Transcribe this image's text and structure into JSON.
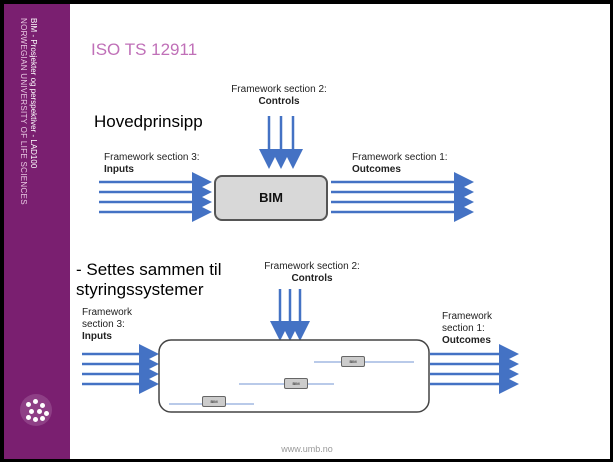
{
  "sidebar": {
    "line1": "BIM - Prosjekter og perspektiver - LAD100",
    "line2": "NORWEGIAN UNIVERSITY OF LIFE SCIENCES"
  },
  "slide": {
    "title": "ISO TS 12911",
    "footer": "www.umb.no",
    "overlay1": "Hovedprinsipp",
    "overlay2_line1": "- Settes sammen til",
    "overlay2_line2": "styringssystemer"
  },
  "diagram1": {
    "controls_section": "Framework section 2:",
    "controls_label": "Controls",
    "inputs_section": "Framework section 3:",
    "inputs_label": "Inputs",
    "outcomes_section": "Framework section 1:",
    "outcomes_label": "Outcomes",
    "box_label": "BIM"
  },
  "diagram2": {
    "controls_section": "Framework section 2:",
    "controls_label": "Controls",
    "inputs_section_a": "Framework",
    "inputs_section_b": "section 3:",
    "inputs_label": "Inputs",
    "outcomes_section_a": "Framework",
    "outcomes_section_b": "section 1:",
    "outcomes_label": "Outcomes",
    "mini_labels": [
      "BIM",
      "BIM",
      "BIM"
    ]
  },
  "colors": {
    "sidebar": "#7a1f70",
    "title": "#c070b8",
    "arrow": "#4472c4"
  }
}
